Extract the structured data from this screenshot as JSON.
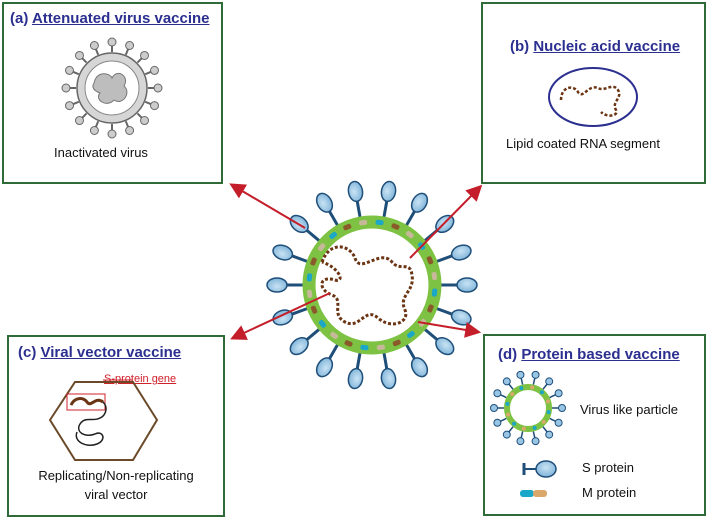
{
  "panels": {
    "a": {
      "prefix": "(a) ",
      "title": "Attenuated virus vaccine",
      "caption": "Inactivated virus"
    },
    "b": {
      "prefix": "(b) ",
      "title": "Nucleic acid vaccine",
      "caption": "Lipid coated RNA segment"
    },
    "c": {
      "prefix": "(c) ",
      "title": "Viral vector vaccine",
      "gene_label": "S-protein gene",
      "caption_line1": "Replicating/Non-replicating",
      "caption_line2": "viral vector"
    },
    "d": {
      "prefix": "(d) ",
      "title": "Protein based vaccine",
      "vlp_label": "Virus like particle",
      "s_protein_label": "S protein",
      "m_protein_label": "M protein"
    }
  },
  "colors": {
    "box_border": "#2f6b36",
    "title": "#2b2f8f",
    "arrow": "#c41e2a",
    "membrane_green": "#7dc242",
    "spike_blue": "#1f4e79",
    "rna_brown": "#6b3413",
    "gene_red": "#d0202a"
  }
}
